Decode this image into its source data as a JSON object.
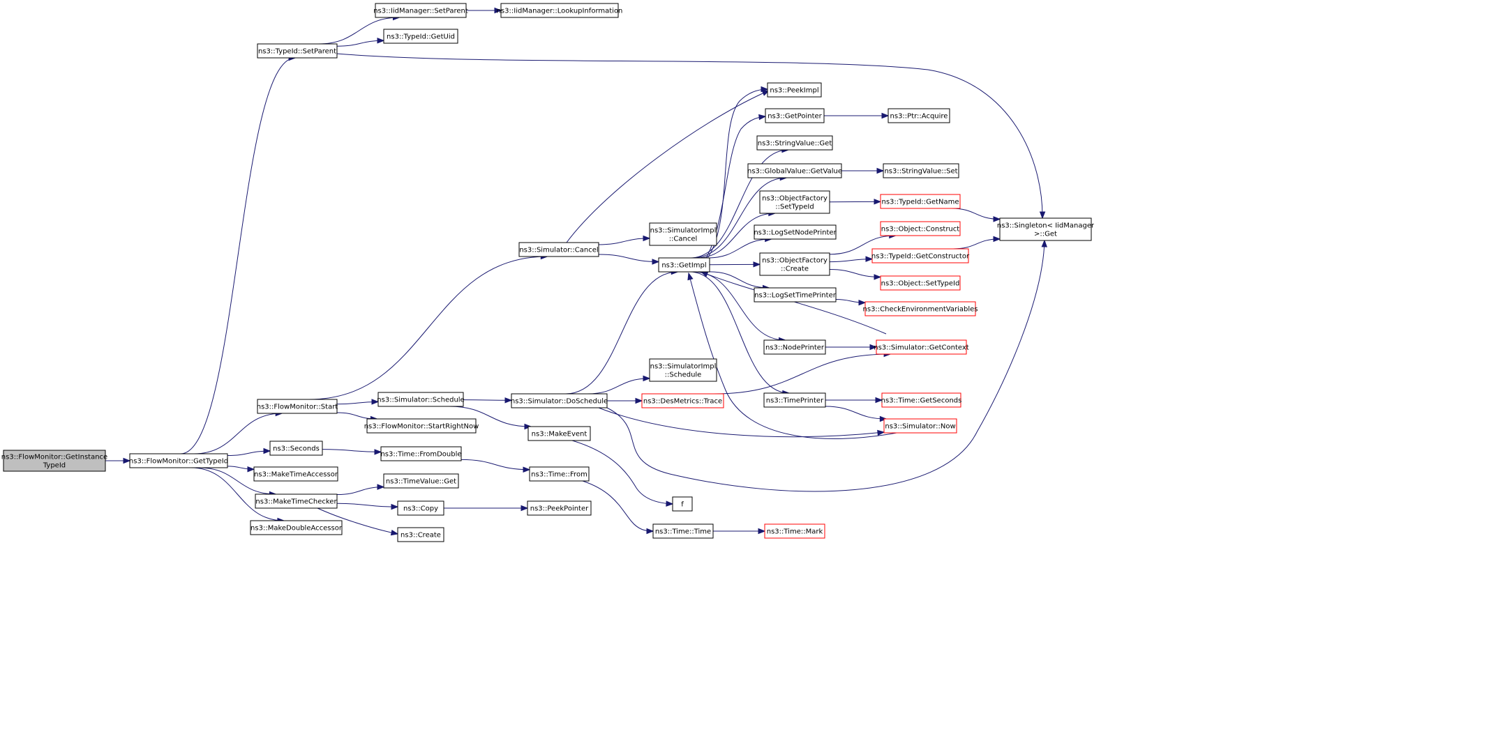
{
  "colors": {
    "edge": "#191970",
    "truncated_border": "#ff0000",
    "root_fill": "#bfbfbf",
    "node_border": "#000000"
  },
  "nodes": [
    {
      "id": "root",
      "lines": [
        "ns3::FlowMonitor::GetInstance",
        "TypeId"
      ],
      "kind": "root"
    },
    {
      "id": "gettypeid",
      "lines": [
        "ns3::FlowMonitor::GetTypeId"
      ]
    },
    {
      "id": "setparent",
      "lines": [
        "ns3::TypeId::SetParent"
      ]
    },
    {
      "id": "iidsetparent",
      "lines": [
        "ns3::IidManager::SetParent"
      ]
    },
    {
      "id": "lookupinfo",
      "lines": [
        "ns3::IidManager::LookupInformation"
      ]
    },
    {
      "id": "getuid",
      "lines": [
        "ns3::TypeId::GetUid"
      ]
    },
    {
      "id": "singleton",
      "lines": [
        "ns3::Singleton< IidManager",
        "  >::Get"
      ]
    },
    {
      "id": "start",
      "lines": [
        "ns3::FlowMonitor::Start"
      ]
    },
    {
      "id": "seconds",
      "lines": [
        "ns3::Seconds"
      ]
    },
    {
      "id": "maketimeacc",
      "lines": [
        "ns3::MakeTimeAccessor"
      ]
    },
    {
      "id": "maketimechk",
      "lines": [
        "ns3::MakeTimeChecker"
      ]
    },
    {
      "id": "makedoubleacc",
      "lines": [
        "ns3::MakeDoubleAccessor"
      ]
    },
    {
      "id": "simcancel",
      "lines": [
        "ns3::Simulator::Cancel"
      ]
    },
    {
      "id": "simschedule",
      "lines": [
        "ns3::Simulator::Schedule"
      ]
    },
    {
      "id": "startrightnow",
      "lines": [
        "ns3::FlowMonitor::StartRightNow"
      ]
    },
    {
      "id": "fromdouble",
      "lines": [
        "ns3::Time::FromDouble"
      ]
    },
    {
      "id": "timevalueget",
      "lines": [
        "ns3::TimeValue::Get"
      ]
    },
    {
      "id": "copy",
      "lines": [
        "ns3::Copy"
      ]
    },
    {
      "id": "create",
      "lines": [
        "ns3::Create"
      ]
    },
    {
      "id": "implcancel",
      "lines": [
        "ns3::SimulatorImpl",
        "::Cancel"
      ]
    },
    {
      "id": "getimpl",
      "lines": [
        "ns3::GetImpl"
      ]
    },
    {
      "id": "doschedule",
      "lines": [
        "ns3::Simulator::DoSchedule"
      ]
    },
    {
      "id": "makeevent",
      "lines": [
        "ns3::MakeEvent"
      ]
    },
    {
      "id": "timefrom",
      "lines": [
        "ns3::Time::From"
      ]
    },
    {
      "id": "peekpointer",
      "lines": [
        "ns3::PeekPointer"
      ]
    },
    {
      "id": "implschedule",
      "lines": [
        "ns3::SimulatorImpl",
        "::Schedule"
      ]
    },
    {
      "id": "desmetrics",
      "lines": [
        "ns3::DesMetrics::Trace"
      ],
      "kind": "trunc"
    },
    {
      "id": "f",
      "lines": [
        "f"
      ]
    },
    {
      "id": "timetime",
      "lines": [
        "ns3::Time::Time"
      ]
    },
    {
      "id": "timemark",
      "lines": [
        "ns3::Time::Mark"
      ],
      "kind": "trunc"
    },
    {
      "id": "peekimpl",
      "lines": [
        "ns3::PeekImpl"
      ]
    },
    {
      "id": "getpointer",
      "lines": [
        "ns3::GetPointer"
      ]
    },
    {
      "id": "stringvalueget",
      "lines": [
        "ns3::StringValue::Get"
      ]
    },
    {
      "id": "globalvalue",
      "lines": [
        "ns3::GlobalValue::GetValue"
      ]
    },
    {
      "id": "ofsettypeid",
      "lines": [
        "ns3::ObjectFactory",
        "::SetTypeId"
      ]
    },
    {
      "id": "logsetnode",
      "lines": [
        "ns3::LogSetNodePrinter"
      ]
    },
    {
      "id": "ofcreate",
      "lines": [
        "ns3::ObjectFactory",
        "::Create"
      ]
    },
    {
      "id": "logsettime",
      "lines": [
        "ns3::LogSetTimePrinter"
      ]
    },
    {
      "id": "nodeprinter",
      "lines": [
        "ns3::NodePrinter"
      ]
    },
    {
      "id": "timeprinter",
      "lines": [
        "ns3::TimePrinter"
      ]
    },
    {
      "id": "ptracquire",
      "lines": [
        "ns3::Ptr::Acquire"
      ]
    },
    {
      "id": "stringvalueset",
      "lines": [
        "ns3::StringValue::Set"
      ]
    },
    {
      "id": "getname",
      "lines": [
        "ns3::TypeId::GetName"
      ],
      "kind": "trunc"
    },
    {
      "id": "objconstruct",
      "lines": [
        "ns3::Object::Construct"
      ],
      "kind": "trunc"
    },
    {
      "id": "getconstructor",
      "lines": [
        "ns3::TypeId::GetConstructor"
      ],
      "kind": "trunc"
    },
    {
      "id": "objsettypeid",
      "lines": [
        "ns3::Object::SetTypeId"
      ],
      "kind": "trunc"
    },
    {
      "id": "checkenv",
      "lines": [
        "ns3::CheckEnvironmentVariables"
      ],
      "kind": "trunc"
    },
    {
      "id": "getcontext",
      "lines": [
        "ns3::Simulator::GetContext"
      ],
      "kind": "trunc"
    },
    {
      "id": "getseconds",
      "lines": [
        "ns3::Time::GetSeconds"
      ],
      "kind": "trunc"
    },
    {
      "id": "simnow",
      "lines": [
        "ns3::Simulator::Now"
      ],
      "kind": "trunc"
    }
  ],
  "edges": [
    [
      "root",
      "gettypeid"
    ],
    [
      "gettypeid",
      "setparent"
    ],
    [
      "gettypeid",
      "start"
    ],
    [
      "gettypeid",
      "seconds"
    ],
    [
      "gettypeid",
      "maketimeacc"
    ],
    [
      "gettypeid",
      "maketimechk"
    ],
    [
      "gettypeid",
      "makedoubleacc"
    ],
    [
      "setparent",
      "iidsetparent"
    ],
    [
      "setparent",
      "getuid"
    ],
    [
      "setparent",
      "singleton"
    ],
    [
      "iidsetparent",
      "lookupinfo"
    ],
    [
      "start",
      "simcancel"
    ],
    [
      "start",
      "simschedule"
    ],
    [
      "start",
      "startrightnow"
    ],
    [
      "seconds",
      "fromdouble"
    ],
    [
      "maketimechk",
      "timevalueget"
    ],
    [
      "maketimechk",
      "copy"
    ],
    [
      "maketimechk",
      "create"
    ],
    [
      "simcancel",
      "implcancel"
    ],
    [
      "simcancel",
      "getimpl"
    ],
    [
      "simcancel",
      "peekimpl"
    ],
    [
      "simschedule",
      "doschedule"
    ],
    [
      "simschedule",
      "makeevent"
    ],
    [
      "fromdouble",
      "timefrom"
    ],
    [
      "copy",
      "peekpointer"
    ],
    [
      "doschedule",
      "getimpl"
    ],
    [
      "doschedule",
      "implschedule"
    ],
    [
      "doschedule",
      "desmetrics"
    ],
    [
      "doschedule",
      "simnow"
    ],
    [
      "doschedule",
      "singleton"
    ],
    [
      "makeevent",
      "f"
    ],
    [
      "timefrom",
      "timetime"
    ],
    [
      "timetime",
      "timemark"
    ],
    [
      "getimpl",
      "peekimpl"
    ],
    [
      "getimpl",
      "getpointer"
    ],
    [
      "getimpl",
      "stringvalueget"
    ],
    [
      "getimpl",
      "globalvalue"
    ],
    [
      "getimpl",
      "ofsettypeid"
    ],
    [
      "getimpl",
      "logsetnode"
    ],
    [
      "getimpl",
      "ofcreate"
    ],
    [
      "getimpl",
      "logsettime"
    ],
    [
      "getimpl",
      "nodeprinter"
    ],
    [
      "getimpl",
      "timeprinter"
    ],
    [
      "getpointer",
      "ptracquire"
    ],
    [
      "globalvalue",
      "stringvalueset"
    ],
    [
      "ofsettypeid",
      "getname"
    ],
    [
      "ofcreate",
      "objconstruct"
    ],
    [
      "ofcreate",
      "getconstructor"
    ],
    [
      "ofcreate",
      "objsettypeid"
    ],
    [
      "logsettime",
      "checkenv"
    ],
    [
      "nodeprinter",
      "getcontext"
    ],
    [
      "timeprinter",
      "getseconds"
    ],
    [
      "timeprinter",
      "simnow"
    ],
    [
      "getname",
      "singleton"
    ],
    [
      "getconstructor",
      "singleton"
    ],
    [
      "getcontext",
      "getimpl"
    ],
    [
      "simnow",
      "getimpl"
    ],
    [
      "desmetrics",
      "getcontext"
    ]
  ]
}
